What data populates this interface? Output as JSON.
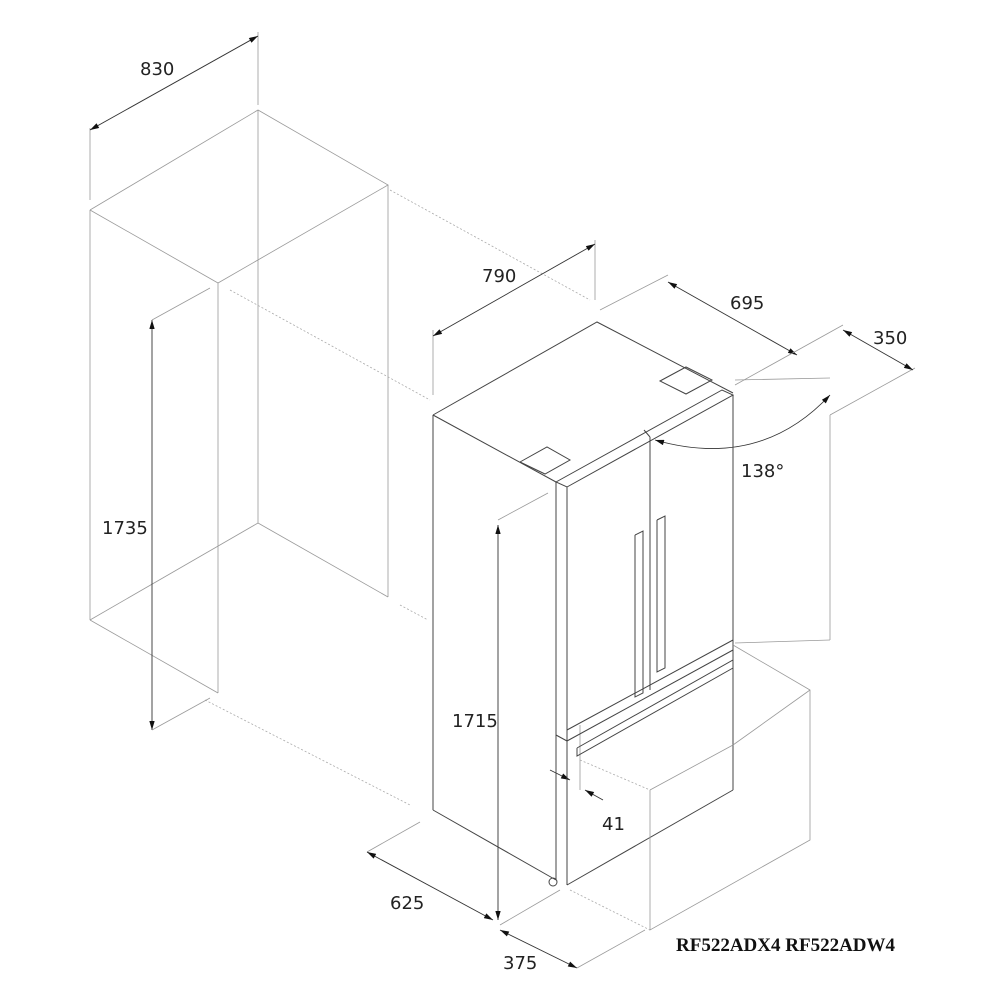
{
  "dimensions": {
    "niche_width": "830",
    "niche_height": "1735",
    "niche_depth": "790",
    "fridge_width": "695",
    "door_swing": "350",
    "door_angle": "138°",
    "fridge_height": "1715",
    "handle_depth": "41",
    "fridge_depth": "625",
    "drawer_depth": "375"
  },
  "model_label": "RF522ADX4 RF522ADW4"
}
